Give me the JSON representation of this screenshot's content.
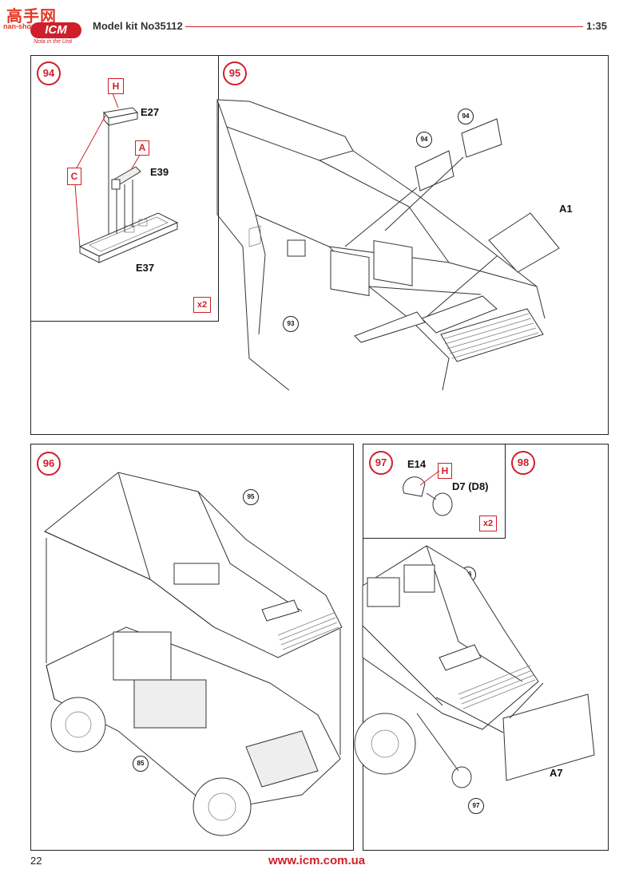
{
  "header": {
    "watermark_site": "nan-shou.com",
    "watermark_chars": "高手网",
    "brand": "ICM",
    "brand_tagline": "Nota in the Unit",
    "model_kit": "Model kit No35112",
    "scale": "1:35"
  },
  "steps": {
    "s94": {
      "number": "94",
      "labels": {
        "tag_h": "H",
        "tag_a": "A",
        "tag_c": "C"
      },
      "parts": [
        "E27",
        "E39",
        "E37"
      ],
      "multiplier": "x2"
    },
    "s95": {
      "number": "95",
      "refs": [
        "94",
        "94",
        "93"
      ],
      "parts": [
        "A1"
      ]
    },
    "s96": {
      "number": "96",
      "refs": [
        "95",
        "85"
      ]
    },
    "s97": {
      "number": "97",
      "parts": [
        "E14",
        "D7 (D8)"
      ],
      "labels": {
        "tag_h": "H"
      },
      "multiplier": "x2"
    },
    "s98": {
      "number": "98",
      "refs": [
        "96",
        "97"
      ],
      "parts": [
        "A7"
      ]
    }
  },
  "footer": {
    "page_number": "22",
    "website": "www.icm.com.ua"
  },
  "colors": {
    "accent": "#d01f2a",
    "line": "#222222"
  }
}
